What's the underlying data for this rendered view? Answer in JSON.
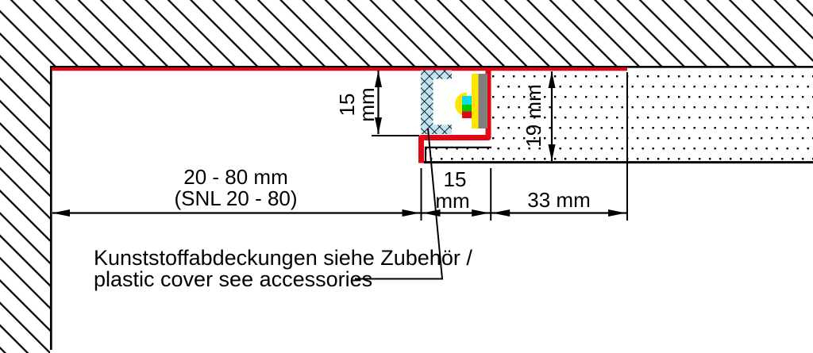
{
  "drawing": {
    "title_hint": "profile mounting cross-section",
    "dims": {
      "depth": {
        "line1": "20 - 80 mm",
        "line2": "(SNL 20 - 80)"
      },
      "profile_width": {
        "line1": "15",
        "line2": "mm"
      },
      "panel_width": {
        "label": "33 mm"
      },
      "profile_height": {
        "line1": "15",
        "line2": "mm"
      },
      "panel_height": {
        "label": "19 mm"
      }
    },
    "note": {
      "line1": "Kunststoffabdeckungen siehe Zubehör /",
      "line2": "plastic cover see accessories"
    },
    "colors": {
      "profile_red": "#e30613",
      "cover_blue": "#bfe4f4",
      "led_yellow": "#ffe500",
      "led_gray": "#7f7f7f",
      "led_cyan": "#00dff0",
      "led_green": "#00c800",
      "led_red": "#e30613",
      "line_black": "#000000"
    }
  }
}
